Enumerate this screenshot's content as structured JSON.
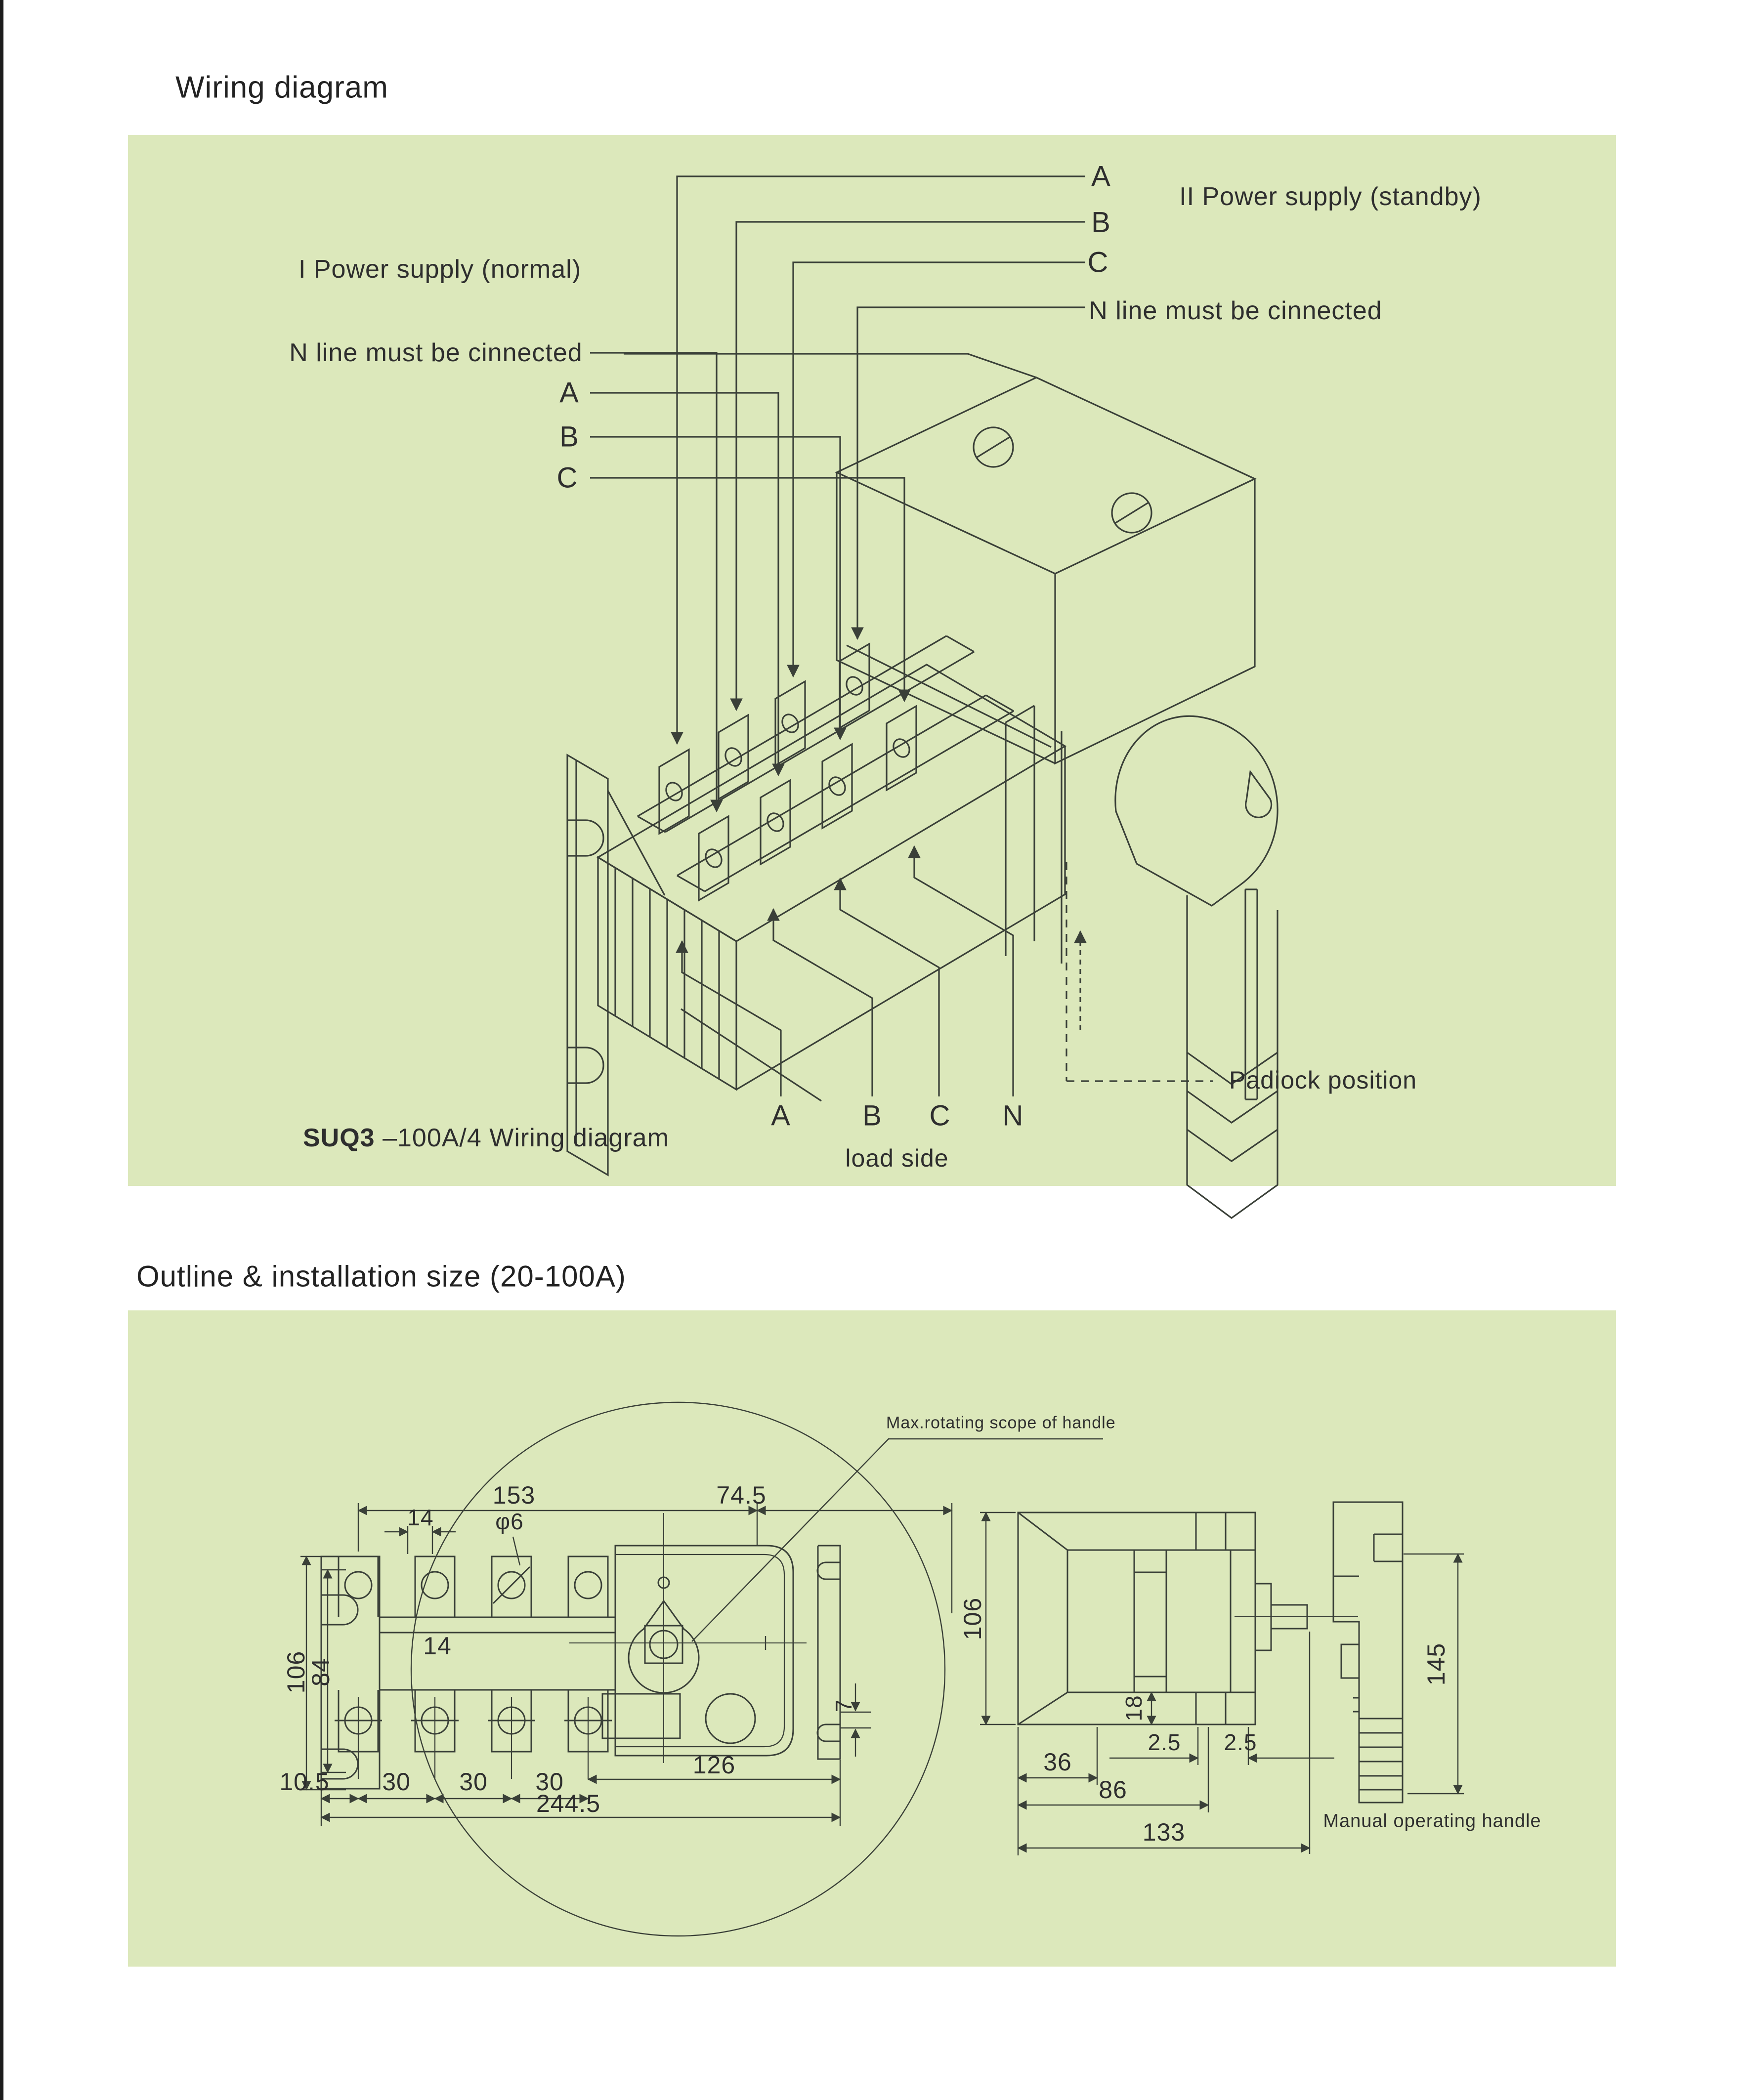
{
  "colors": {
    "panel": "#dce8bb",
    "line": "#3a4038",
    "text": "#2e2e2e"
  },
  "titles": {
    "wiring": "Wiring diagram",
    "outline": "Outline & installation size (20-100A)"
  },
  "wiring": {
    "standby_label": "II Power supply (standby)",
    "normal_label": "I Power supply (normal)",
    "n_line_left": "N line must be cinnected",
    "n_line_right": "N line must be cinnected",
    "phases_top": [
      "A",
      "B",
      "C"
    ],
    "phases_left": [
      "A",
      "B",
      "C"
    ],
    "load_phases": [
      "A",
      "B",
      "C",
      "N"
    ],
    "load_side_label": "load side",
    "padlock_label": "Padiock position",
    "caption_model": "SUQ3",
    "caption_rest": "–100A/4 Wiring diagram"
  },
  "outline": {
    "rotating_note": "Max.rotating scope of handle",
    "handle_caption": "Manual operating handle",
    "front": {
      "w153": "153",
      "w745": "74.5",
      "w14": "14",
      "phi6": "φ6",
      "h106": "106",
      "h84": "84",
      "w14b": "14",
      "h7": "7",
      "w105": "10.5",
      "w30a": "30",
      "w30b": "30",
      "w30c": "30",
      "w126": "126",
      "w2445": "244.5"
    },
    "side": {
      "h106": "106",
      "h18": "18",
      "w25a": "2.5",
      "w25b": "2.5",
      "w36": "36",
      "w86": "86",
      "w133": "133"
    },
    "handle": {
      "h145": "145"
    }
  }
}
